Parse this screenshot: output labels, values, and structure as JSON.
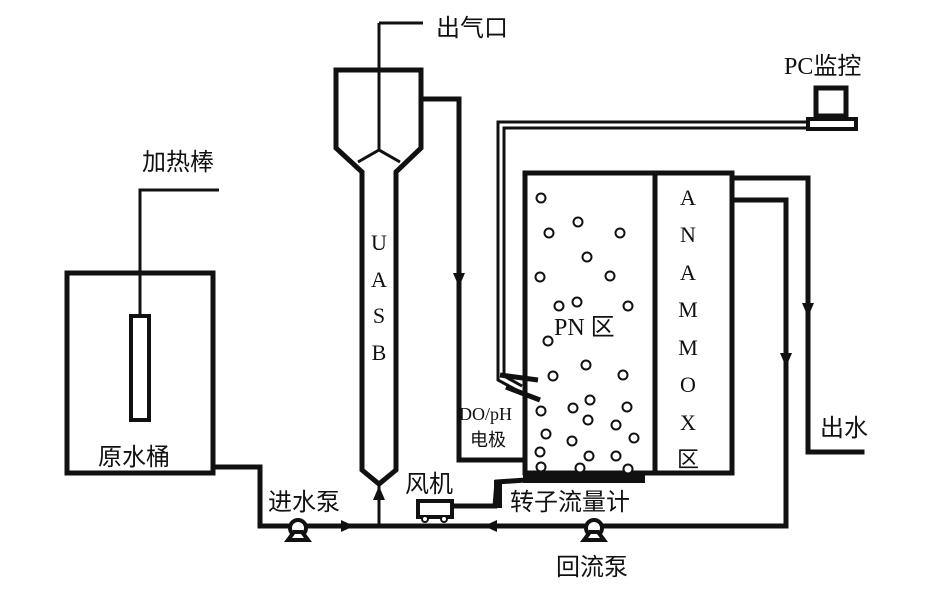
{
  "diagram": {
    "title": "",
    "labels": {
      "gas_outlet": "出气口",
      "heating_rod": "加热棒",
      "pc_monitor": "PC监控",
      "raw_water_tank": "原水桶",
      "uasb": [
        "U",
        "A",
        "S",
        "B"
      ],
      "pn_zone": "PN 区",
      "anammox_zone": [
        "A",
        "N",
        "A",
        "M",
        "M",
        "O",
        "X",
        "区"
      ],
      "do_ph_line1": "DO/pH",
      "do_ph_line2": "电极",
      "effluent": "出水",
      "influent_pump": "进水泵",
      "blower": "风机",
      "rotameter": "转子流量计",
      "recycle_pump": "回流泵"
    },
    "components": [
      {
        "id": "raw_water_tank",
        "label": "原水桶"
      },
      {
        "id": "heating_rod",
        "label": "加热棒"
      },
      {
        "id": "influent_pump",
        "label": "进水泵"
      },
      {
        "id": "uasb_reactor",
        "label": "UASB"
      },
      {
        "id": "gas_outlet",
        "label": "出气口"
      },
      {
        "id": "pn_zone",
        "label": "PN 区"
      },
      {
        "id": "anammox_zone",
        "label": "ANAMMOX区"
      },
      {
        "id": "do_ph_electrode",
        "label": "DO/pH 电极"
      },
      {
        "id": "pc_monitor",
        "label": "PC监控"
      },
      {
        "id": "blower",
        "label": "风机"
      },
      {
        "id": "rotameter",
        "label": "转子流量计"
      },
      {
        "id": "recycle_pump",
        "label": "回流泵"
      },
      {
        "id": "effluent",
        "label": "出水"
      }
    ],
    "flows": [
      {
        "from": "raw_water_tank",
        "to": "influent_pump"
      },
      {
        "from": "influent_pump",
        "to": "uasb_reactor"
      },
      {
        "from": "uasb_reactor",
        "to": "pn_zone"
      },
      {
        "from": "anammox_zone",
        "to": "effluent"
      },
      {
        "from": "anammox_zone",
        "to": "recycle_pump"
      },
      {
        "from": "recycle_pump",
        "to": "uasb_reactor"
      },
      {
        "from": "blower",
        "to": "rotameter"
      },
      {
        "from": "do_ph_electrode",
        "to": "pc_monitor"
      }
    ],
    "colors": {
      "line": "#111111",
      "background": "#ffffff"
    }
  }
}
